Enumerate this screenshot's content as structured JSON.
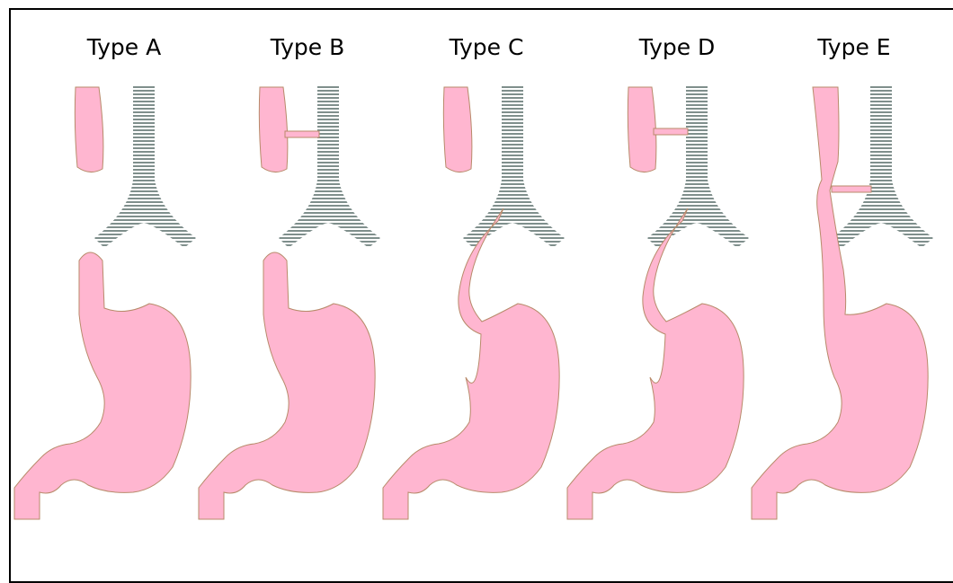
{
  "diagram": {
    "types": [
      {
        "label": "Type A"
      },
      {
        "label": "Type B"
      },
      {
        "label": "Type C"
      },
      {
        "label": "Type D"
      },
      {
        "label": "Type E"
      }
    ]
  },
  "colors": {
    "esophagus_fill": "#ffb6d0",
    "esophagus_stroke": "#b88a6a",
    "trachea_stripe_dark": "#7f8f8c",
    "trachea_stripe_light": "#ffffff",
    "frame_border": "#000000"
  }
}
